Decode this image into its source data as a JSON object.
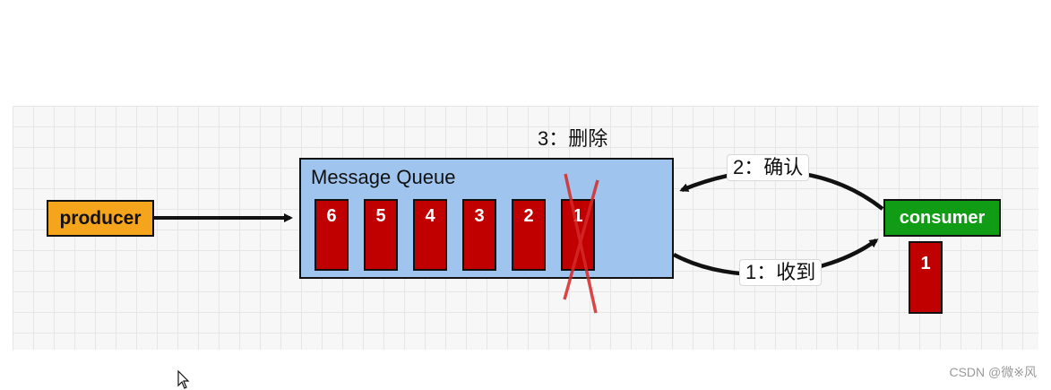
{
  "producer": {
    "label": "producer"
  },
  "queue": {
    "title": "Message Queue",
    "messages": [
      "6",
      "5",
      "4",
      "3",
      "2",
      "1"
    ]
  },
  "consumer": {
    "label": "consumer",
    "received_message": "1"
  },
  "steps": {
    "receive": "1：收到",
    "ack": "2：确认",
    "delete": "3：删除"
  },
  "watermark": "CSDN @微※风",
  "colors": {
    "producer": "#f5a51c",
    "queue": "#9fc4ee",
    "message": "#c00000",
    "consumer": "#119c16",
    "delete_mark": "#d62828"
  }
}
